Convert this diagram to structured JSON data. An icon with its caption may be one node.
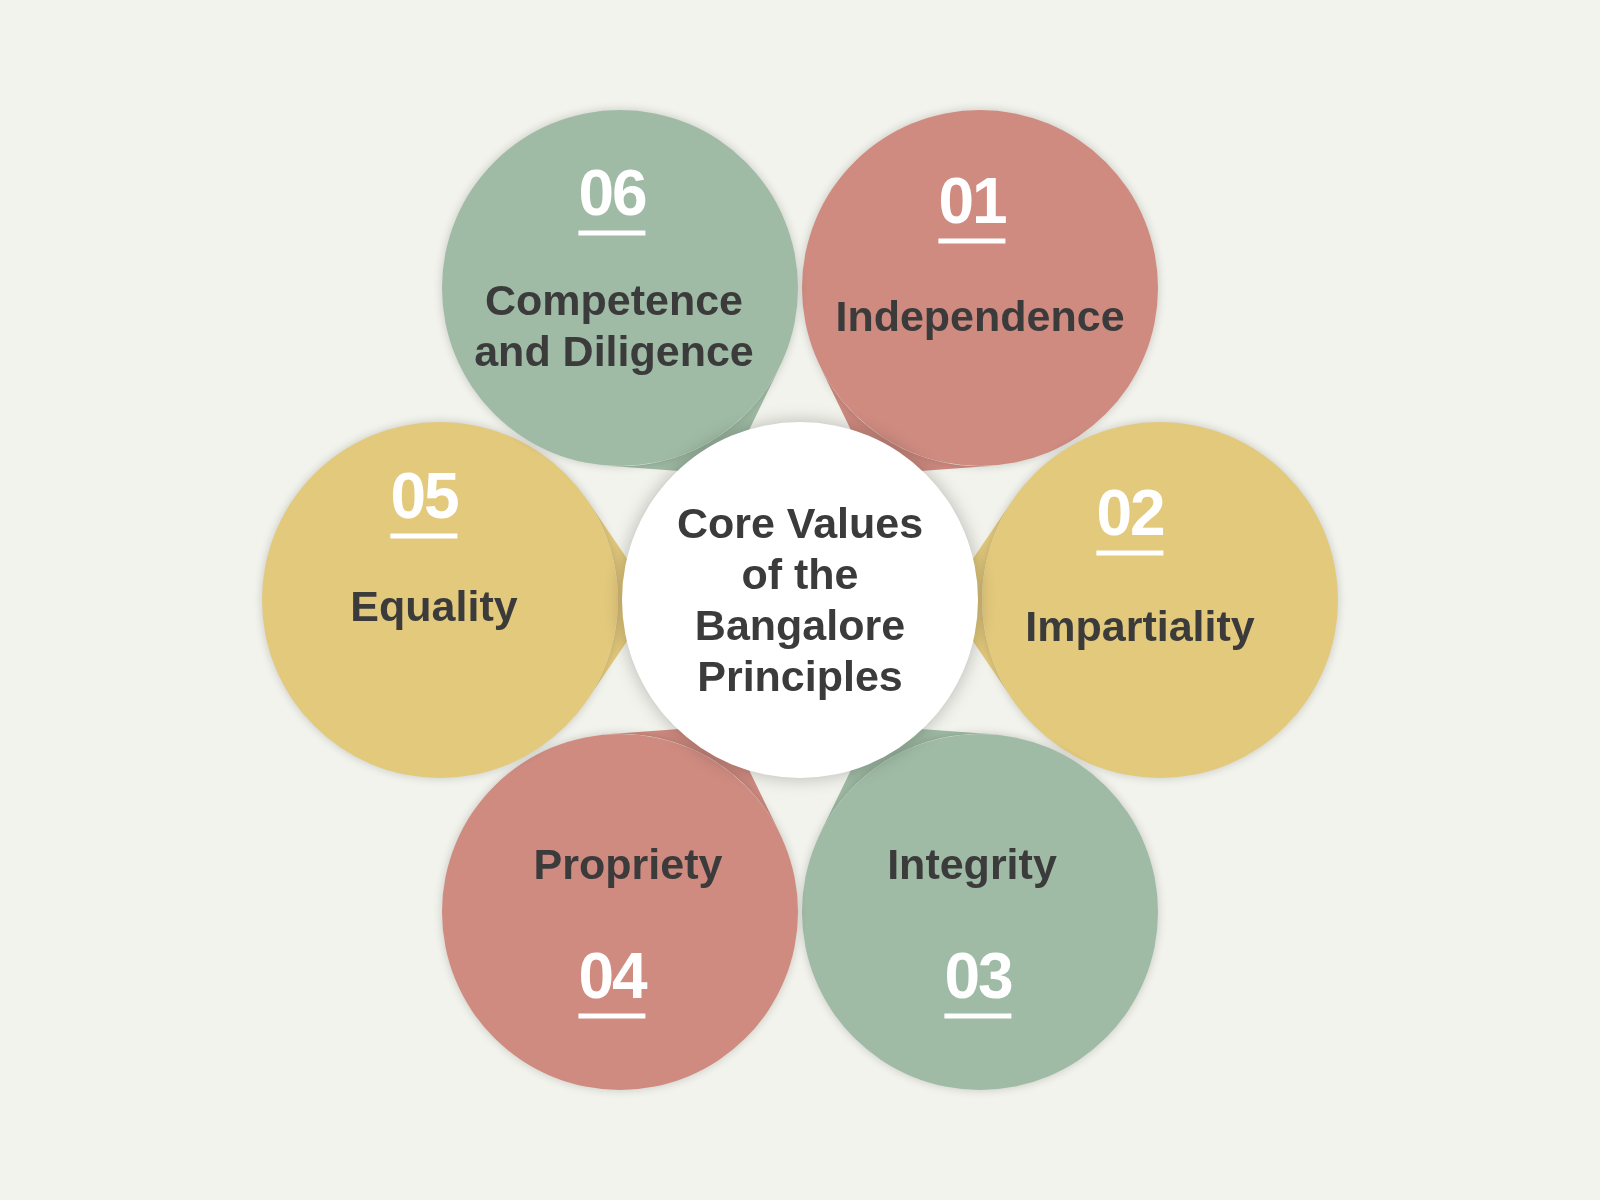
{
  "diagram": {
    "nodes": [
      {
        "text": [
          "Core Values of the Bangalore Principles"
        ]
      },
      {
        "text": [
          "01",
          "Independence"
        ]
      },
      {
        "text": [
          "02",
          "Impartiality"
        ]
      },
      {
        "text": [
          "Integrity",
          "03"
        ]
      },
      {
        "text": [
          "Propriety",
          "04"
        ]
      },
      {
        "text": [
          "05",
          "Equality"
        ]
      },
      {
        "text": [
          "06",
          "Competence and Diligence"
        ]
      }
    ]
  }
}
